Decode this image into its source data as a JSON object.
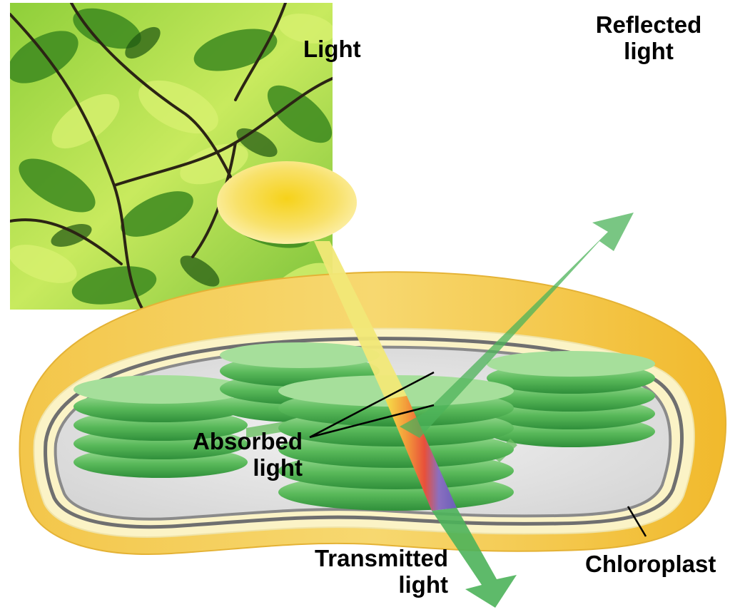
{
  "labels": {
    "light": "Light",
    "reflected_line1": "Reflected",
    "reflected_line2": "light",
    "absorbed_line1": "Absorbed",
    "absorbed_line2": "light",
    "transmitted_line1": "Transmitted",
    "transmitted_line2": "light",
    "chloroplast": "Chloroplast"
  },
  "colors": {
    "leaf_light": "#b6e04a",
    "leaf_dark": "#2f6a12",
    "branch": "#2b2414",
    "light_source": "#f5d94a",
    "chloroplast_outer": "#f0c240",
    "chloroplast_inner": "#e6e6e6",
    "membrane": "#7a7a7a",
    "granum": "#4fb04f",
    "arrow_green": "#4cb35a",
    "beam_yellow": "#f2ea74"
  }
}
